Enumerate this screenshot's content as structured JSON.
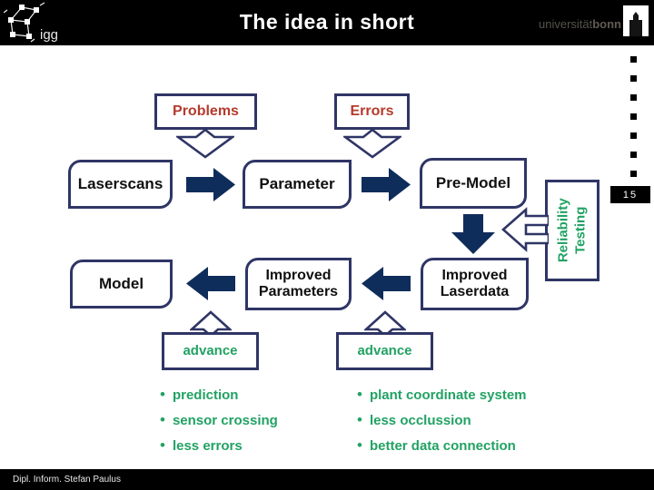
{
  "header": {
    "title": "The idea in short",
    "left_logo_text": "igg",
    "right_logo_text_regular": "universität",
    "right_logo_text_bold": "bonn"
  },
  "sidebar": {
    "slide_number": "15"
  },
  "diagram": {
    "problems": "Problems",
    "errors": "Errors",
    "laserscans": "Laserscans",
    "parameter": "Parameter",
    "pre_model": "Pre-Model",
    "reliability_line1": "Reliability",
    "reliability_line2": "Testing",
    "model": "Model",
    "improved_parameters_line1": "Improved",
    "improved_parameters_line2": "Parameters",
    "improved_laserdata_line1": "Improved",
    "improved_laserdata_line2": "Laserdata",
    "advance_left": "advance",
    "advance_right": "advance"
  },
  "lists": {
    "left": [
      "prediction",
      "sensor crossing",
      "less errors"
    ],
    "right": [
      "plant coordinate system",
      "less occlussion",
      "better data connection"
    ]
  },
  "footer": {
    "author": "Dipl. Inform. Stefan Paulus"
  },
  "colors": {
    "navy_solid": "#0F2D5B",
    "navy_border": "#2F3565",
    "red_text": "#B53A2C",
    "green_text": "#21A263"
  }
}
